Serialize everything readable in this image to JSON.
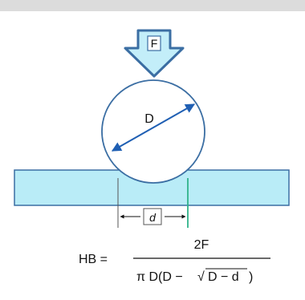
{
  "diagram": {
    "force_label": "F",
    "diameter_label": "D",
    "indent_label": "d",
    "formula": {
      "lhs": "HB =",
      "numerator": "2F",
      "denominator_prefix": "π D(D −",
      "sqrt_symbol": "√",
      "sqrt_content": "D − d",
      "denominator_suffix": ")"
    },
    "colors": {
      "top_bar": "#dcdcdc",
      "plate_fill": "#b9ecf7",
      "force_arrow_fill": "#c3eef9",
      "outline": "#3b6ea3",
      "dimension_arrow": "#1f5fb3",
      "indent_marker": "#2fb38a"
    }
  }
}
